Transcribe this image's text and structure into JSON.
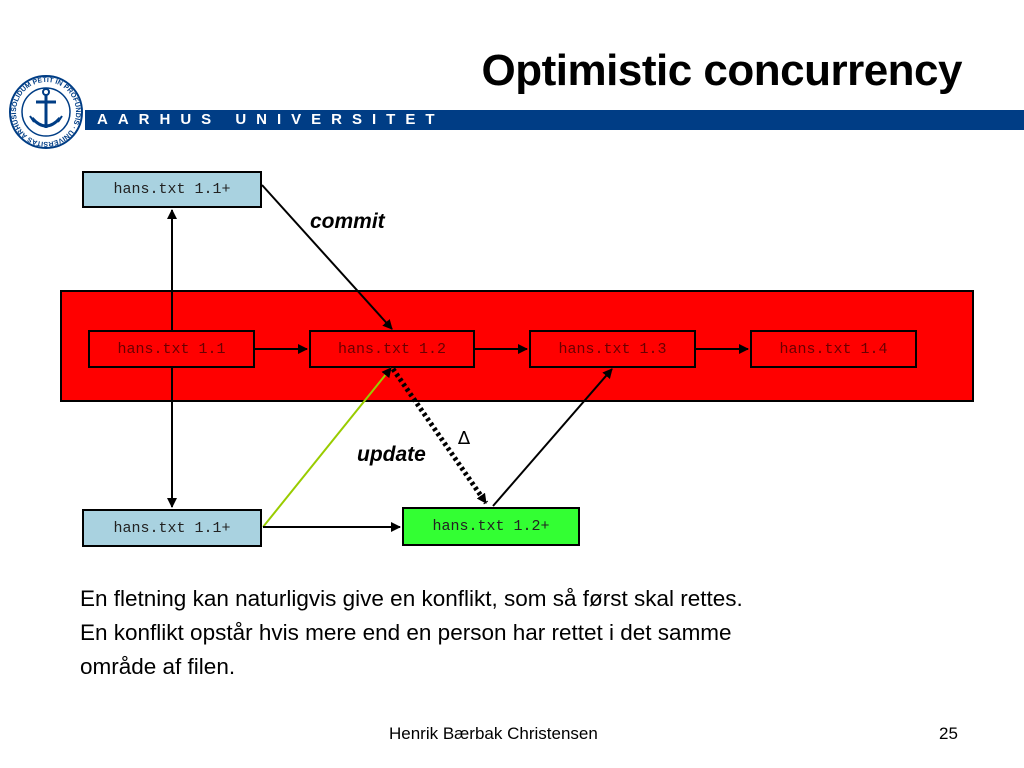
{
  "header": {
    "title": "Optimistic concurrency",
    "university": "AARHUS UNIVERSITET",
    "seal_text": "SOLIDUM PETIT IN PROFUNDIS · UNIVERSITAS ARHUSIENSIS"
  },
  "diagram": {
    "workspace_top": "hans.txt 1.1+",
    "workspace_bottom": "hans.txt 1.1+",
    "merged": "hans.txt 1.2+",
    "repository_versions": [
      "hans.txt 1.1",
      "hans.txt 1.2",
      "hans.txt 1.3",
      "hans.txt 1.4"
    ],
    "commit_label": "commit",
    "update_label": "update",
    "delta_symbol": "∆",
    "colors": {
      "repository": "#ff0000",
      "workspace": "#a9d2e0",
      "merged": "#33ff33",
      "update_arrow": "#99cc00"
    }
  },
  "body": {
    "line1": "En fletning kan naturligvis give en konflikt, som så først skal rettes.",
    "line2": "En konflikt opstår hvis mere end en person har rettet i det samme",
    "line3": "område af filen."
  },
  "footer": {
    "author": "Henrik Bærbak Christensen",
    "page": "25"
  }
}
